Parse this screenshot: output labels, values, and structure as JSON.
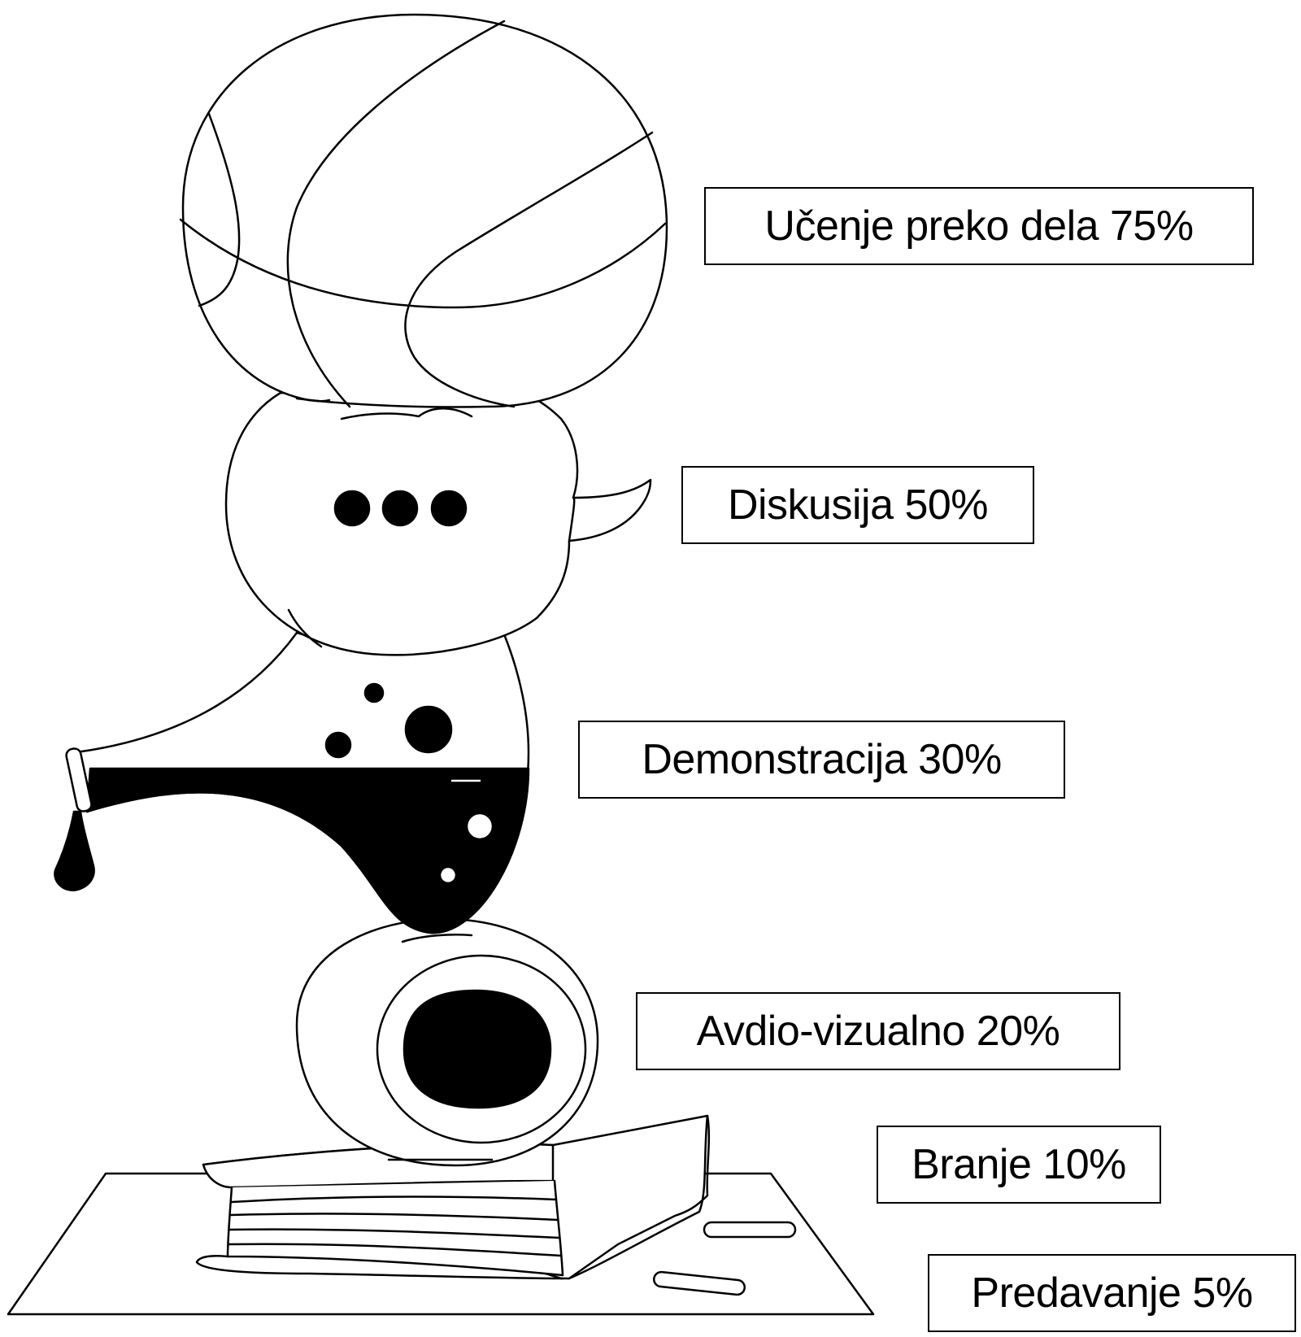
{
  "levels": [
    {
      "label": "Učenje preko dela 75%",
      "icon": "basketball-icon"
    },
    {
      "label": "Diskusija 50%",
      "icon": "speech-bubble-icon"
    },
    {
      "label": "Demonstracija 30%",
      "icon": "flask-icon"
    },
    {
      "label": "Avdio-vizualno 20%",
      "icon": "webcam-icon"
    },
    {
      "label": "Branje 10%",
      "icon": "book-icon"
    },
    {
      "label": "Predavanje 5%",
      "icon": "desk-icon"
    }
  ],
  "colors": {
    "ink": "#000000",
    "paper": "#ffffff"
  }
}
